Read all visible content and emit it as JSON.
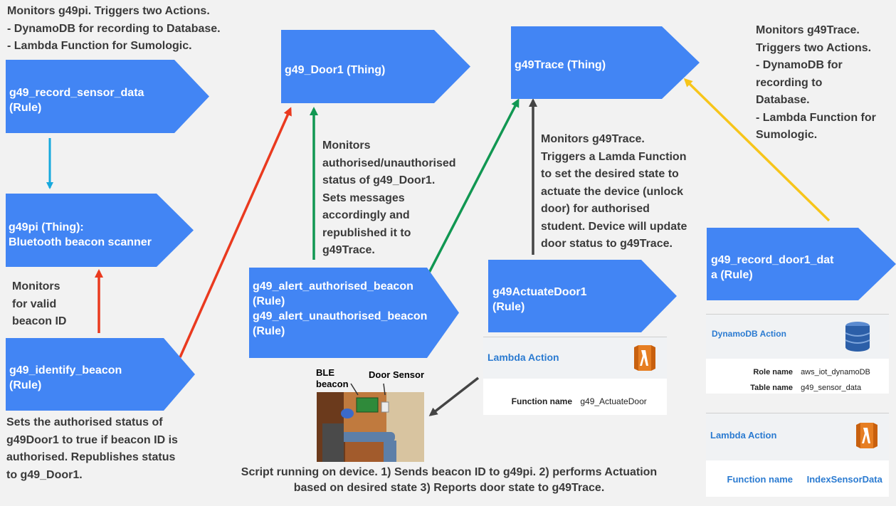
{
  "colors": {
    "shape_fill": "#4285f4",
    "note_text": "#3a3a3a",
    "arrow_cyan": "#17a9dd",
    "arrow_red": "#ea3a1f",
    "arrow_green": "#119752",
    "arrow_dark": "#444444",
    "arrow_yellow": "#f7c51a",
    "lambda_orange": "#e67e22",
    "dynamo_blue": "#2c5fa8"
  },
  "shapes": {
    "record_sensor": "g49_record_sensor_data\n(Rule)",
    "g49pi": "g49pi (Thing):\nBluetooth beacon scanner",
    "identify_beacon": "g49_identify_beacon\n(Rule)",
    "door1": "g49_Door1 (Thing)",
    "alert_rules": "g49_alert_authorised_beacon\n(Rule)\ng49_alert_unauthorised_beacon\n(Rule)",
    "trace": "g49Trace (Thing)",
    "actuate": "g49ActuateDoor1\n(Rule)",
    "record_door1": "g49_record_door1_dat\na (Rule)"
  },
  "notes": {
    "top_left": "Monitors g49pi. Triggers two Actions.\n- DynamoDB for recording to Database.\n- Lambda Function for Sumologic.",
    "valid_beacon": "Monitors\nfor valid\nbeacon ID",
    "sets_status": "Sets the authorised status of\ng49Door1 to true if beacon ID is\nauthorised. Republishes status\nto g49_Door1.",
    "monitors_door1": "Monitors\nauthorised/unauthorised\nstatus of g49_Door1.\nSets messages\naccordingly and\nrepublished it to\ng49Trace.",
    "monitors_trace": "Monitors g49Trace.\nTriggers a Lamda Function\nto set the desired state to\nactuate the device (unlock\ndoor) for authorised\nstudent. Device will update\ndoor status to g49Trace.",
    "top_right": "Monitors g49Trace.\nTriggers two Actions.\n- DynamoDB for\nrecording to\nDatabase.\n- Lambda Function for\nSumologic.",
    "bottom": "Script running on device. 1) Sends beacon ID to g49pi. 2) performs Actuation\nbased on desired state 3) Reports door state to g49Trace."
  },
  "photo": {
    "ble_label": "BLE\nbeacon",
    "sensor_label": "Door Sensor"
  },
  "panels": {
    "lambda_actuate": {
      "title": "Lambda Action",
      "function_label": "Function name",
      "function_value": "g49_ActuateDoor"
    },
    "dynamodb": {
      "title": "DynamoDB Action",
      "role_label": "Role name",
      "role_value": "aws_iot_dynamoDB",
      "table_label": "Table name",
      "table_value": "g49_sensor_data"
    },
    "lambda_index": {
      "title": "Lambda Action",
      "function_label": "Function name",
      "function_value": "IndexSensorData"
    }
  }
}
